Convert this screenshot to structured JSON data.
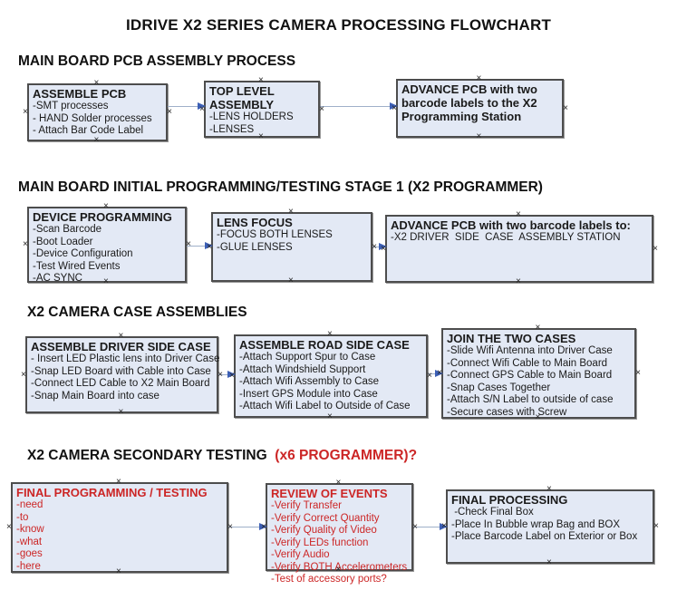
{
  "title": "IDRIVE X2  SERIES CAMERA PROCESSING FLOWCHART",
  "icons": {
    "connection_point": "×"
  },
  "colors": {
    "box_fill": "#e3e9f5",
    "box_border": "#4d4d4d",
    "red_text": "#cc2626",
    "connector_line": "#9fb0c9",
    "arrowhead": "#3c5fb5"
  },
  "sections": [
    {
      "heading": "MAIN BOARD PCB ASSEMBLY PROCESS",
      "heading_red": "",
      "boxes": [
        {
          "title": "ASSEMBLE PCB",
          "lines": [
            "-SMT processes",
            "- HAND Solder processes",
            "- Attach Bar Code Label"
          ]
        },
        {
          "title": "TOP LEVEL ASSEMBLY",
          "lines": [
            "-LENS HOLDERS",
            "-LENSES"
          ]
        },
        {
          "title": "ADVANCE PCB with two barcode labels to the  X2 Programming Station",
          "lines": []
        }
      ]
    },
    {
      "heading": "MAIN BOARD INITIAL PROGRAMMING/TESTING STAGE 1 (X2 PROGRAMMER)",
      "heading_red": "",
      "boxes": [
        {
          "title": "DEVICE PROGRAMMING",
          "lines": [
            "-Scan Barcode",
            "-Boot Loader",
            "-Device Configuration",
            "-Test Wired Events",
            "-AC SYNC"
          ]
        },
        {
          "title": "LENS FOCUS",
          "lines": [
            "-FOCUS BOTH LENSES",
            "-GLUE LENSES"
          ]
        },
        {
          "title": "ADVANCE PCB with two barcode labels to:",
          "lines": [
            "-X2 DRIVER  SIDE  CASE  ASSEMBLY STATION"
          ]
        }
      ]
    },
    {
      "heading": "X2 CAMERA CASE ASSEMBLIES",
      "heading_red": "",
      "boxes": [
        {
          "title": "ASSEMBLE DRIVER SIDE CASE",
          "lines": [
            "- Insert LED Plastic lens into Driver Case",
            "-Snap LED Board with Cable into Case",
            "-Connect LED Cable to X2 Main Board",
            "-Snap Main Board into case"
          ]
        },
        {
          "title": "ASSEMBLE ROAD SIDE CASE",
          "lines": [
            "-Attach Support Spur to Case",
            "-Attach Windshield Support",
            "-Attach Wifi Assembly to Case",
            "-Insert GPS Module into Case",
            "-Attach Wifi Label to Outside of Case"
          ]
        },
        {
          "title": "JOIN THE TWO CASES",
          "lines": [
            "-Slide Wifi Antenna into Driver Case",
            "-Connect Wifi Cable to Main Board",
            "-Connect GPS Cable to Main Board",
            "-Snap Cases Together",
            "-Attach S/N Label to outside of case",
            "-Secure cases with Screw"
          ]
        }
      ]
    },
    {
      "heading": "X2 CAMERA SECONDARY TESTING ",
      "heading_red": " (x6 PROGRAMMER)?",
      "boxes": [
        {
          "title": "FINAL PROGRAMMING / TESTING",
          "lines": [
            "-need",
            "-to",
            "-know",
            "-what",
            "-goes",
            "-here"
          ]
        },
        {
          "title": "REVIEW OF EVENTS",
          "lines": [
            "-Verify Transfer",
            "-Verify Correct Quantity",
            "-Verify Quality of Video",
            "-Verify LEDs function",
            "-Verify Audio",
            "-Verify BOTH Accelerometers",
            "-Test of accessory ports?"
          ]
        },
        {
          "title": "FINAL PROCESSING",
          "lines": [
            " -Check Final Box",
            "-Place In Bubble wrap Bag and BOX",
            "-Place Barcode Label on Exterior or Box"
          ]
        }
      ]
    }
  ]
}
